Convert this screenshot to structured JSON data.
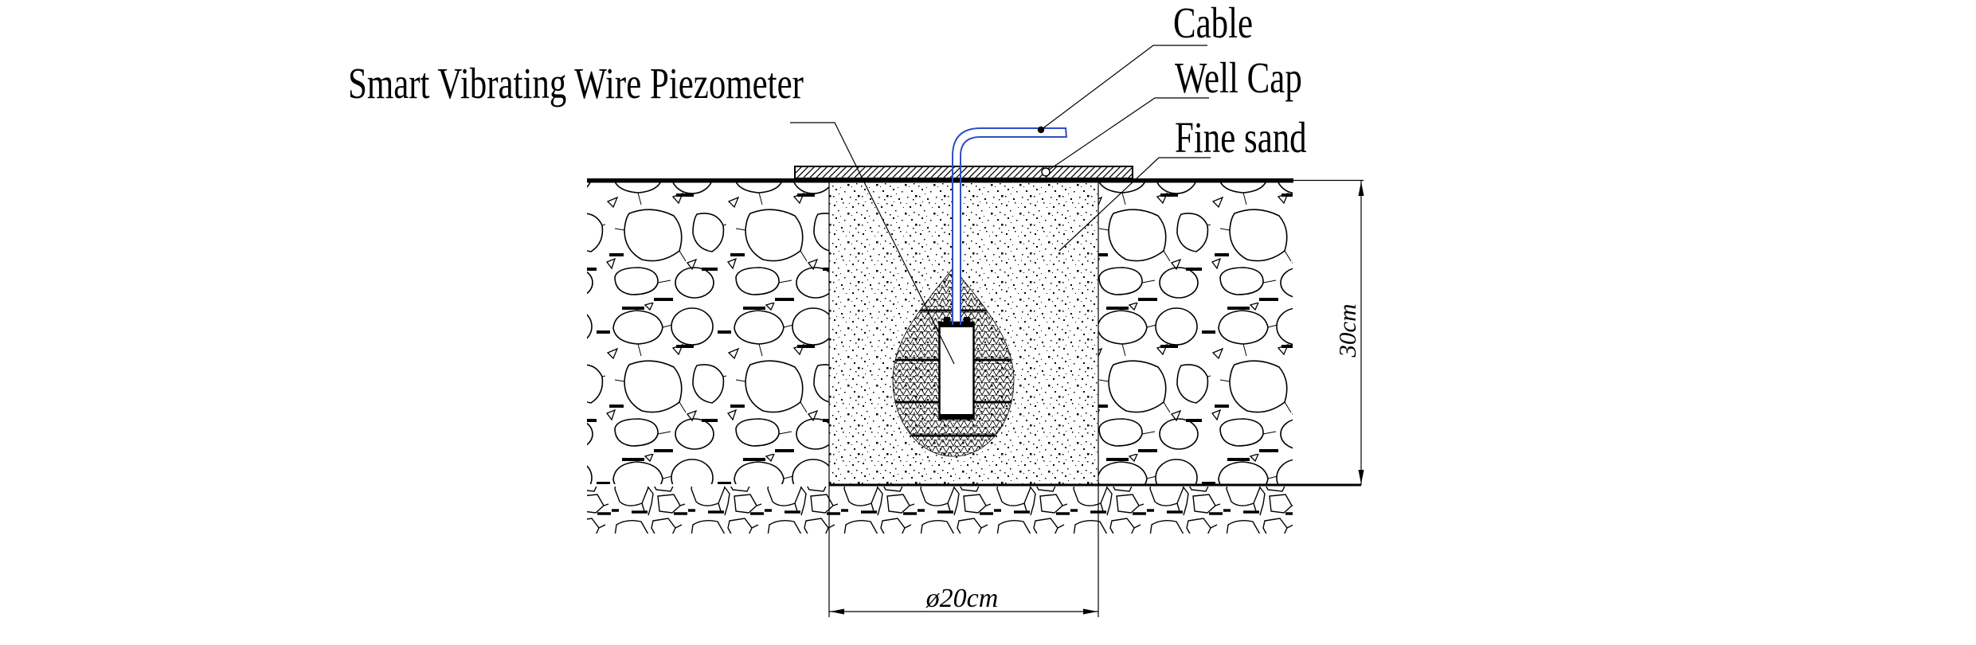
{
  "diagram": {
    "component_labels": {
      "piezometer": "Smart Vibrating Wire Piezometer",
      "cable": "Cable",
      "well_cap": "Well Cap",
      "fine_sand": "Fine sand"
    },
    "dimensions": {
      "depth": "30cm",
      "diameter": "ø20cm"
    },
    "colors": {
      "cable_blue": "#2e4fc6",
      "line_black": "#000000",
      "background": "#ffffff"
    }
  }
}
